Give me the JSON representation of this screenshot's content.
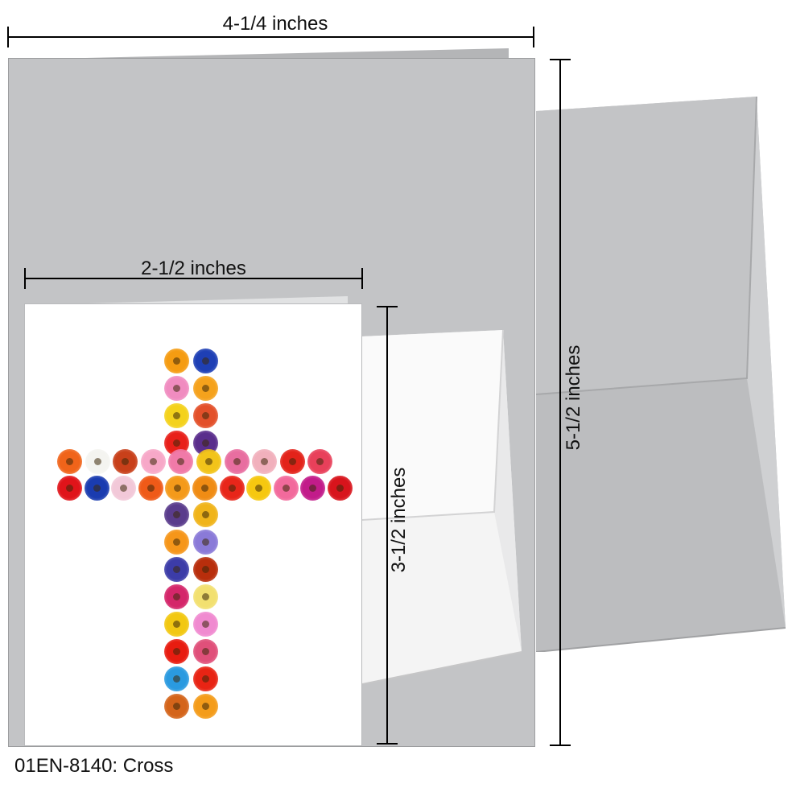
{
  "dimensions": {
    "big_width": "4-1/4 inches",
    "big_height": "5-1/2 inches",
    "small_width": "2-1/2 inches",
    "small_height": "3-1/2 inches"
  },
  "caption": "01EN-8140: Cross",
  "colors": {
    "card_gray": "#c3c4c6",
    "envelope_gray": "#bcbdbf",
    "dimension_line": "#000000"
  },
  "flower_colors": {
    "vertical_top": [
      [
        "#f59c12",
        "#1e3fb5"
      ],
      [
        "#f08cc0",
        "#f5a21c"
      ],
      [
        "#f4d21c",
        "#e3502a"
      ],
      [
        "#e8201a",
        "#5a2e8c"
      ]
    ],
    "arm_top": [
      "#f0641a",
      "#f4f4f0",
      "#c8401a",
      "#f7a8c8",
      "#f07aa8",
      "#f2c41a",
      "#e86ea0",
      "#f1b0bc",
      "#e3231a",
      "#e8405a"
    ],
    "arm_bottom": [
      "#e0141a",
      "#1a3cb0",
      "#f2c8d8",
      "#ef5a18",
      "#f49a1a",
      "#f08c14",
      "#e8261a",
      "#f6c810",
      "#f26a9c",
      "#c21c8a",
      "#d8141c"
    ],
    "vertical_bottom": [
      [
        "#5a3c8c",
        "#f0b41a"
      ],
      [
        "#f6961a",
        "#8a7ad8"
      ],
      [
        "#3c3ca8",
        "#b82e0c"
      ],
      [
        "#d4266a",
        "#f2e070"
      ],
      [
        "#f2c812",
        "#f08ad0"
      ],
      [
        "#e81c10",
        "#e0507a"
      ],
      [
        "#2a9ae0",
        "#e82414"
      ],
      [
        "#d4641a",
        "#f49c1a"
      ]
    ]
  }
}
